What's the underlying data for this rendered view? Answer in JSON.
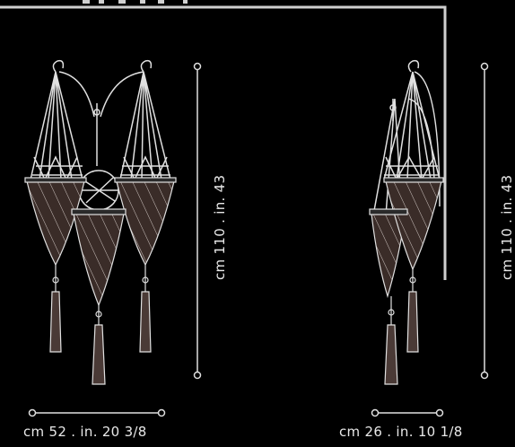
{
  "front_view": {
    "height_label": "cm 110  .  in. 43",
    "width_label": "cm 52  .  in. 20 3/8"
  },
  "side_view": {
    "height_label": "cm 110  .  in. 43",
    "depth_label": "cm 26  .  in. 10 1/8"
  },
  "colors": {
    "background": "#000000",
    "line": "#e0e0e0",
    "shade_fill": "#3a2c28",
    "tassel_fill": "#4a3a36"
  }
}
